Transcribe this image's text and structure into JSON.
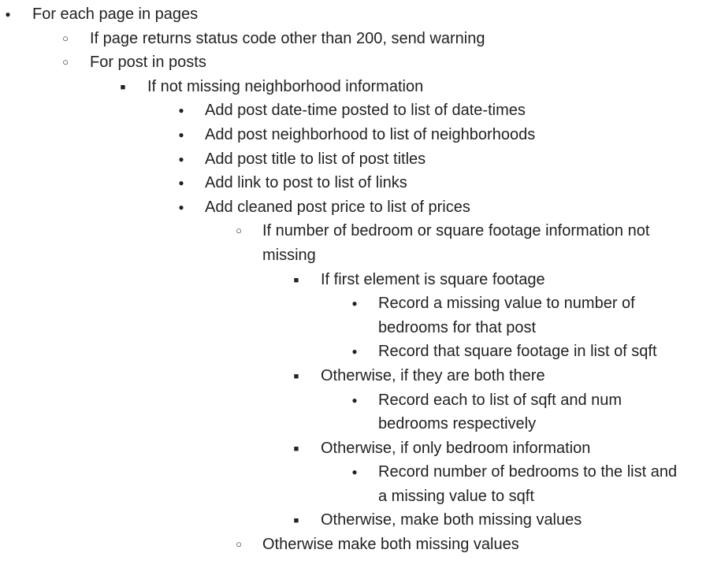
{
  "outline": [
    {
      "bullet": "disc",
      "level": 0,
      "text": "For each page in pages"
    },
    {
      "bullet": "circle",
      "level": 1,
      "text": "If page returns status code other than 200, send warning"
    },
    {
      "bullet": "circle",
      "level": 1,
      "text": "For post in posts"
    },
    {
      "bullet": "square",
      "level": 2,
      "text": "If not missing neighborhood information"
    },
    {
      "bullet": "disc",
      "level": 3,
      "text": "Add post date-time posted to list of date-times"
    },
    {
      "bullet": "disc",
      "level": 3,
      "text": "Add post neighborhood to list of neighborhoods"
    },
    {
      "bullet": "disc",
      "level": 3,
      "text": "Add post title to list of post titles"
    },
    {
      "bullet": "disc",
      "level": 3,
      "text": "Add link to post to list of links"
    },
    {
      "bullet": "disc",
      "level": 3,
      "text": "Add cleaned post price to list of prices"
    },
    {
      "bullet": "circle",
      "level": 4,
      "text": "If number of bedroom or square footage information not",
      "cont": "missing"
    },
    {
      "bullet": "square",
      "level": 5,
      "text": "If first element is square footage"
    },
    {
      "bullet": "disc",
      "level": 6,
      "text": "Record a missing value to number of",
      "cont": "bedrooms for that post"
    },
    {
      "bullet": "disc",
      "level": 6,
      "text": "Record that square footage in list of sqft"
    },
    {
      "bullet": "square",
      "level": 5,
      "text": "Otherwise, if they are both there"
    },
    {
      "bullet": "disc",
      "level": 6,
      "text": "Record each to list of sqft and num",
      "cont": "bedrooms respectively"
    },
    {
      "bullet": "square",
      "level": 5,
      "text": "Otherwise, if only bedroom information"
    },
    {
      "bullet": "disc",
      "level": 6,
      "text": "Record number of bedrooms to the list and",
      "cont": "a missing value to sqft"
    },
    {
      "bullet": "square",
      "level": 5,
      "text": "Otherwise, make both missing values"
    },
    {
      "bullet": "circle",
      "level": 4,
      "text": "Otherwise make both missing values"
    }
  ]
}
